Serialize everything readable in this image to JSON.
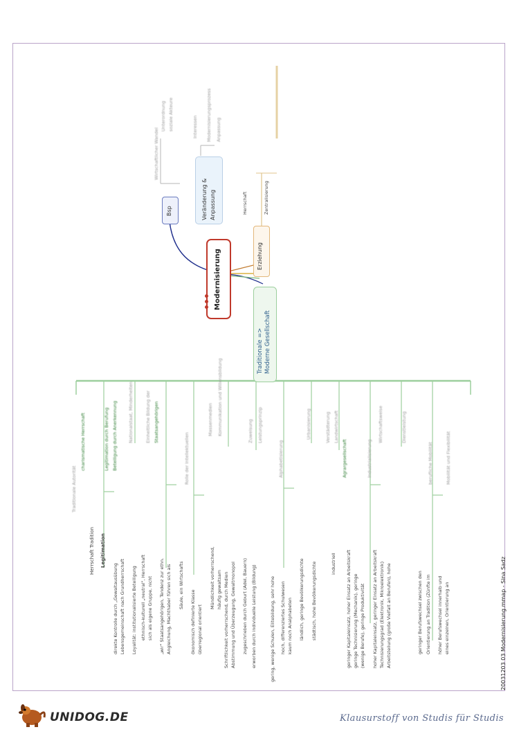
{
  "document": {
    "footer_id": "20031203 03 Modernisierung.mmap - Sina Sadz",
    "tagline": "Klausurstoff von Studis für Studis",
    "logo_text": "UNIDOG.DE"
  },
  "mindmap": {
    "central": "Modernisierung",
    "bsp": "Bsp",
    "veraenderung": "Veränderung & Anpassung",
    "erziehung": "Erziehung",
    "herrschaft": "Herrschaft",
    "zentralisierung": "Zentralisierung",
    "tradition_line1": "Traditionale =>",
    "tradition_line2": "Moderne Gesellschaft"
  },
  "right_column": [
    "Herrschaft Tradition",
    "Legitimation",
    "direkte Kontrolle durch „Gewaltausübung",
    "Lebensgemeinschaft nach Grundherrschaft",
    "Loyalität: institutionalisierte Beteiligung",
    "ethnisch-kulturell „neutral“, Herrschaft",
    "sich als eigene Gruppe, nicht",
    "„wir“ Staatsangehörigen, Tendenz zur ethn.",
    "Angleichung, Machthaber führen sich als",
    "Säule, ein Wirtschafts",
    "ökonomisch definierte Klasse",
    "überregional orientiert",
    "Mündlichkeit vorherrschend,",
    "häufig gewaltsam",
    "Schriftlichkeit vorherrschend, durch Medien",
    "Abstimmung und Überzeugung, Gewaltmonopol",
    "zugeschrieben durch Geburt (Adel, Bauern)",
    "erworben durch individuelle Leistung (Bildung)",
    "gering, wenige Schulen, Elitebildung, sehr hohe",
    "hoch, differenziertes Schulwesen",
    "kaum noch Analphabeten",
    "ländlich, geringe Bevölkerungsdichte",
    "städtisch, hohe Bevölkerungsdichte",
    "industriell",
    "geringer Kapitaleinsatz, hoher Einsatz an Arbeitskraft",
    "geringe Technisierung (Mechanik), geringe",
    "(wenige Berufe), geringe Produktivität",
    "hoher Kapitaleinsatz, geringer Einsatz an Arbeitskraft",
    "Technisierungsgrad (Elektronik, Mikroelektronik)",
    "Arbeitsteilung (große Vielfalt an Berufen), hohe",
    "geringer Berufswechsel zwischen den",
    "Orientierung an Tradition (Zünfte im",
    "höher Berufswechsel innerhalb und",
    "eines einzelnen, Orientierung an"
  ],
  "middle_column": [
    "Traditionale Autorität",
    "charismatische Herrschaft",
    "Legitimation durch Berufung",
    "Beteiligung durch Anerkennung",
    "Nationalstaat, Minderheiten",
    "Einheitliche Bildung der",
    "Staatsangehörigen",
    "Rolle der Intellektuellen",
    "Massenmedien",
    "Kommunikation und Willensbildung",
    "Zuweisung",
    "Leistungsprinzip",
    "Alphabetisierung",
    "Urbanisierung",
    "Verstädterung",
    "Landwirtschaft",
    "Agrargesellschaft",
    "Industrialisierung",
    "Wirtschaftsweise",
    "Dienstleistung",
    "berufliche Mobilität",
    "Mobilität und Flexibilität"
  ],
  "left_blurred": [
    "Wirtschaftlicher Wandel",
    "Unterordnung",
    "soziale Akteure",
    "Interessen",
    "Modernisierungsprozess",
    "Anpassung"
  ],
  "colors": {
    "green_branch": "#7cb87e",
    "central_border": "#c0392b",
    "frame": "#b9a3c9",
    "blue_line": "#1e2e8c",
    "tagline": "#5b6a8e"
  }
}
